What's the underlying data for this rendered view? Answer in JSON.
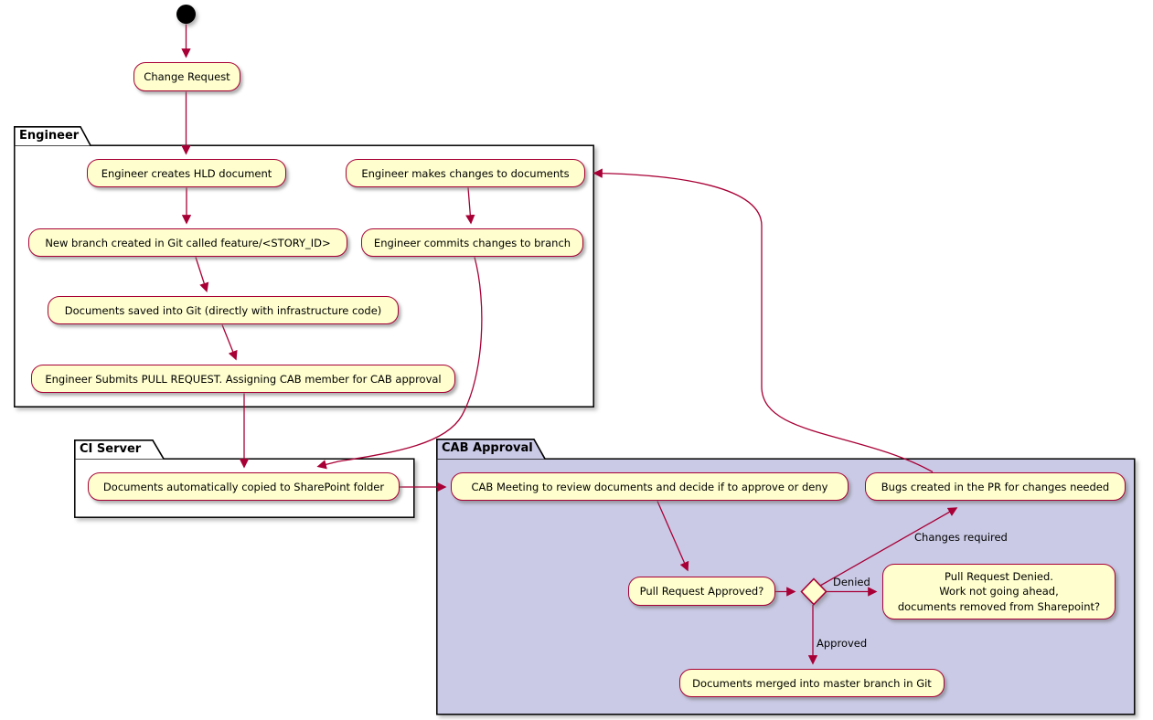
{
  "colors": {
    "accent": "#A80036",
    "node_fill": "#FEFECE",
    "partition_fill": "#FFFFFF",
    "cab_partition_fill": "#CACAE6",
    "partition_border": "#000000",
    "text": "#000000",
    "background": "#FFFFFF"
  },
  "partitions": {
    "engineer": {
      "label": "Engineer"
    },
    "ci_server": {
      "label": "CI Server"
    },
    "cab_approval": {
      "label": "CAB Approval"
    }
  },
  "activities": {
    "change_request": "Change Request",
    "creates_hld": "Engineer creates HLD document",
    "makes_changes": "Engineer makes changes to documents",
    "new_branch": "New branch created in Git called feature/<STORY_ID>",
    "commits_changes": "Engineer commits changes to branch",
    "docs_saved": "Documents saved into Git (directly with infrastructure code)",
    "submits_pr": "Engineer Submits PULL REQUEST. Assigning CAB member for CAB approval",
    "docs_copied": "Documents automatically copied to SharePoint folder",
    "cab_meeting": "CAB Meeting to review documents and decide if to approve or deny",
    "bugs_created": "Bugs created in the PR for changes needed",
    "pr_approved_question": "Pull Request Approved?",
    "pr_denied": {
      "lines": [
        "Pull Request Denied.",
        "Work not going ahead,",
        "documents removed from Sharepoint?"
      ]
    },
    "docs_merged": "Documents merged into master branch in Git"
  },
  "edge_labels": {
    "denied": "Denied",
    "approved": "Approved",
    "changes_required": "Changes required"
  }
}
